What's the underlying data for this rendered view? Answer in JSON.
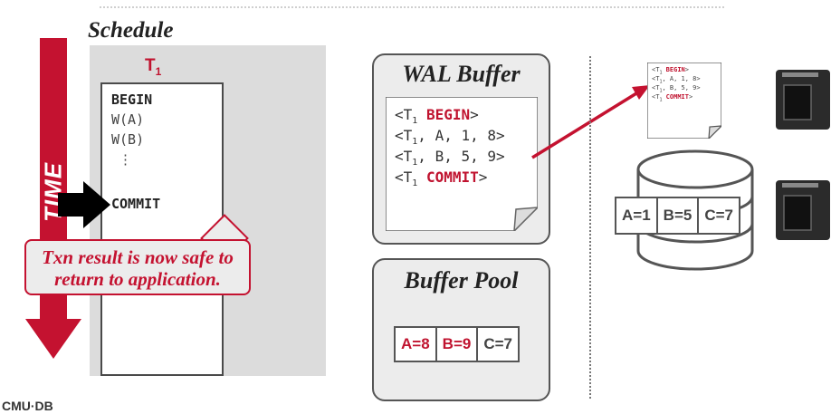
{
  "schedule": {
    "title": "Schedule",
    "txn_name": "T",
    "txn_sub": "1",
    "ops": [
      "BEGIN",
      "W(A)",
      "W(B)",
      "⋮",
      "COMMIT"
    ]
  },
  "time_label": "TIME",
  "callout": {
    "line1": "Txn result is now safe to",
    "line2": "return to application."
  },
  "wal": {
    "title": "WAL Buffer",
    "log": [
      {
        "prefix": "<T",
        "sub": "1",
        "keyword": "BEGIN",
        "rest": "",
        "suffix": ">"
      },
      {
        "prefix": "<T",
        "sub": "1",
        "keyword": "",
        "rest": ", A, 1, 8",
        "suffix": ">"
      },
      {
        "prefix": "<T",
        "sub": "1",
        "keyword": "",
        "rest": ", B, 5, 9",
        "suffix": ">"
      },
      {
        "prefix": "<T",
        "sub": "1",
        "keyword": "COMMIT",
        "rest": "",
        "suffix": ">"
      }
    ]
  },
  "buffer_pool": {
    "title": "Buffer Pool",
    "cells": [
      {
        "label": "A=8",
        "dirty": true
      },
      {
        "label": "B=9",
        "dirty": true
      },
      {
        "label": "C=7",
        "dirty": false
      }
    ]
  },
  "disk": {
    "cells": [
      "A=1",
      "B=5",
      "C=7"
    ]
  },
  "footer": "CMU·DB",
  "colors": {
    "accent": "#c41230",
    "panel": "#ececec",
    "schedule_bg": "#dcdcdc"
  },
  "icons": [
    "ssd-icon",
    "ssd-icon",
    "database-icon",
    "log-page-icon"
  ]
}
